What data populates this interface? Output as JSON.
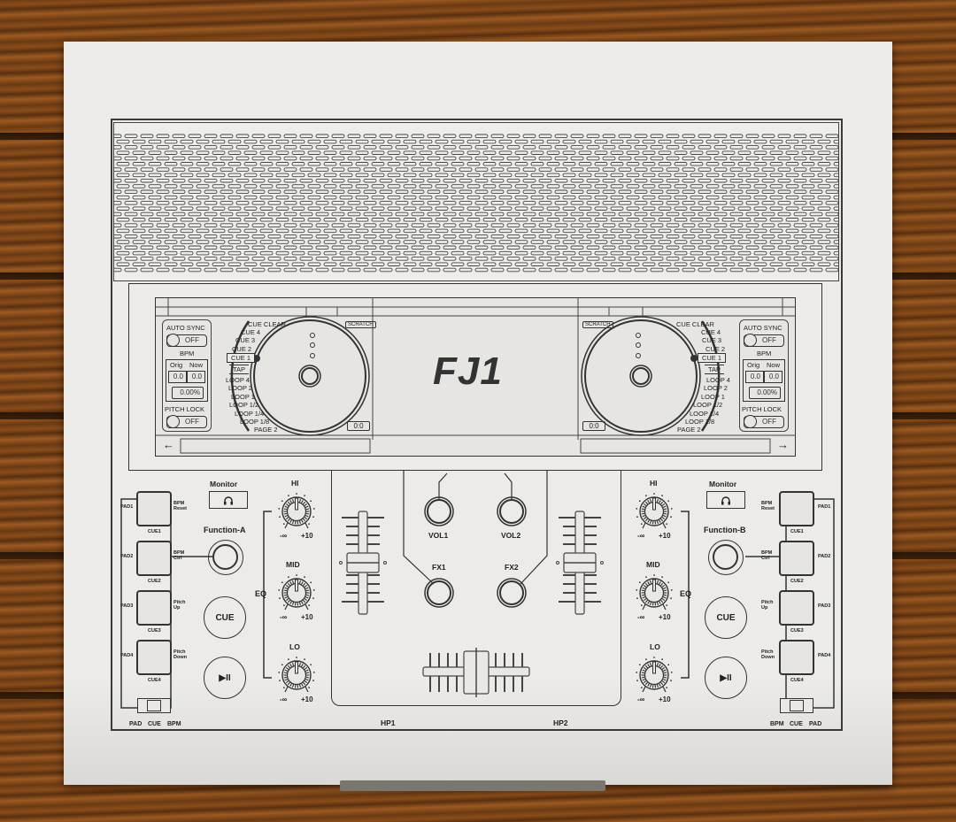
{
  "product": {
    "logo": "FJ1"
  },
  "deckA": {
    "auto_sync_label": "AUTO SYNC",
    "auto_sync_state": "OFF",
    "bpm_label": "BPM",
    "orig_label": "Orig",
    "now_label": "Now",
    "orig_value": "0.0",
    "now_value": "0.0",
    "pitch_value": "0.00%",
    "pitch_lock_label": "PITCH LOCK",
    "pitch_lock_state": "OFF",
    "cue_menu": [
      "CUE CLEAR",
      "CUE 4",
      "CUE 3",
      "CUE 2",
      "CUE 1",
      "TAP",
      "LOOP 4",
      "LOOP 2",
      "LOOP 1",
      "LOOP 1/2",
      "LOOP 1/4",
      "LOOP 1/8",
      "PAGE 2"
    ],
    "scratch_label": "SCRATCH",
    "time_value": "0:0",
    "nav_arrow": "←",
    "monitor_label": "Monitor",
    "function_label": "Function-A",
    "cue_button": "CUE",
    "play_button": "▶II",
    "pads": [
      {
        "left": "PAD1",
        "right": "BPM Reset",
        "below": "CUE1"
      },
      {
        "left": "PAD2",
        "right": "BPM Ctrl",
        "below": "CUE2"
      },
      {
        "left": "PAD3",
        "right": "Pitch Up",
        "below": "CUE3"
      },
      {
        "left": "PAD4",
        "right": "Pitch Down",
        "below": "CUE4"
      }
    ],
    "mode_switch": [
      "PAD",
      "CUE",
      "BPM"
    ],
    "eq_label": "EQ",
    "knobs": [
      {
        "label": "HI",
        "min": "-∞",
        "max": "+10"
      },
      {
        "label": "MID",
        "min": "-∞",
        "max": "+10"
      },
      {
        "label": "LO",
        "min": "-∞",
        "max": "+10"
      }
    ],
    "headphone": "HP1"
  },
  "deckB": {
    "auto_sync_label": "AUTO SYNC",
    "auto_sync_state": "OFF",
    "bpm_label": "BPM",
    "orig_label": "Orig",
    "now_label": "Now",
    "orig_value": "0.0",
    "now_value": "0.0",
    "pitch_value": "0.00%",
    "pitch_lock_label": "PITCH LOCK",
    "pitch_lock_state": "OFF",
    "cue_menu": [
      "CUE CLEAR",
      "CUE 4",
      "CUE 3",
      "CUE 2",
      "CUE 1",
      "TAP",
      "LOOP 4",
      "LOOP 2",
      "LOOP 1",
      "LOOP 1/2",
      "LOOP 1/4",
      "LOOP 1/8",
      "PAGE 2"
    ],
    "scratch_label": "SCRATCH",
    "time_value": "0:0",
    "nav_arrow": "→",
    "monitor_label": "Monitor",
    "function_label": "Function-B",
    "cue_button": "CUE",
    "play_button": "▶II",
    "pads": [
      {
        "left": "BPM Reset",
        "right": "PAD1",
        "below": "CUE1"
      },
      {
        "left": "BPM Ctrl",
        "right": "PAD2",
        "below": "CUE2"
      },
      {
        "left": "Pitch Up",
        "right": "PAD3",
        "below": "CUE3"
      },
      {
        "left": "Pitch Down",
        "right": "PAD4",
        "below": "CUE4"
      }
    ],
    "mode_switch": [
      "BPM",
      "CUE",
      "PAD"
    ],
    "eq_label": "EQ",
    "knobs": [
      {
        "label": "HI",
        "min": "-∞",
        "max": "+10"
      },
      {
        "label": "MID",
        "min": "-∞",
        "max": "+10"
      },
      {
        "label": "LO",
        "min": "-∞",
        "max": "+10"
      }
    ],
    "headphone": "HP2"
  },
  "mixer": {
    "vol1": "VOL1",
    "vol2": "VOL2",
    "fx1": "FX1",
    "fx2": "FX2"
  },
  "icons": {
    "monitor": "headphones-icon"
  }
}
